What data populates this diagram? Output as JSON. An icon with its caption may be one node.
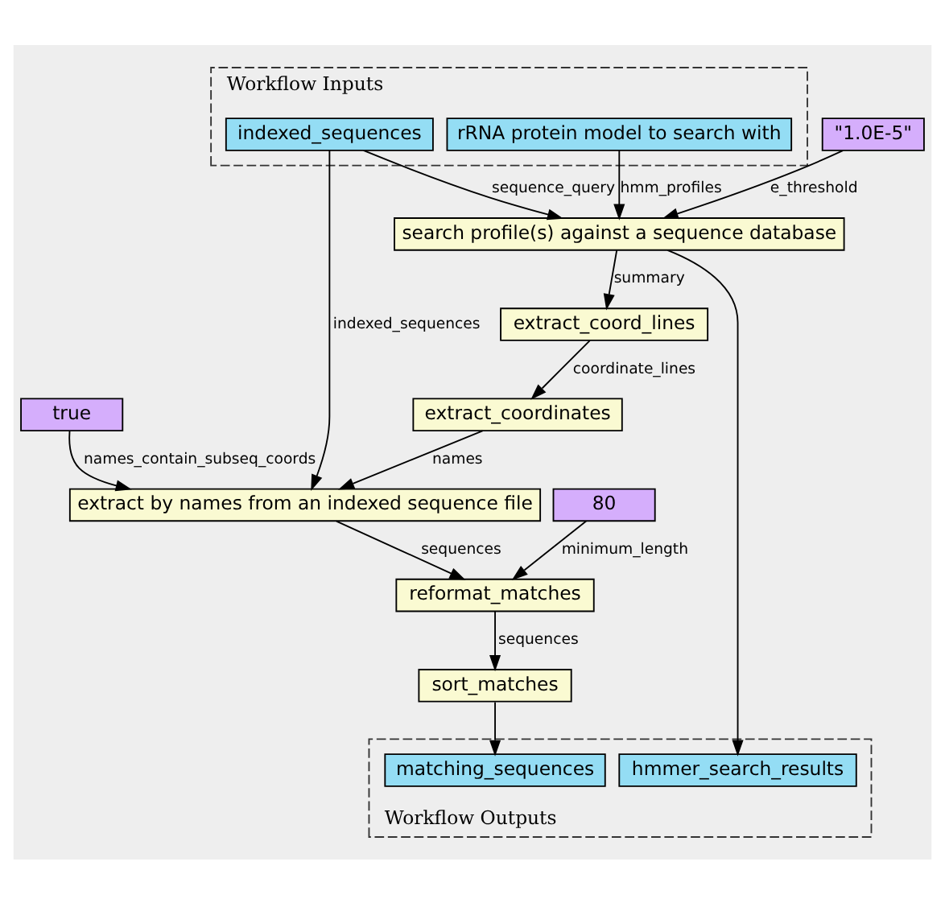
{
  "diagram": {
    "nodes": [
      {
        "text": [
          "Workflow Inputs"
        ]
      },
      {
        "text": [
          "indexed_sequences"
        ],
        "in": 0
      },
      {
        "text": [
          "rRNA protein model to search with"
        ],
        "in": 0
      },
      {
        "text": [
          "\"1.0E-5\""
        ]
      },
      {
        "text": [
          "search profile(s) against a sequence database"
        ]
      },
      {
        "text": [
          "extract_coord_lines"
        ]
      },
      {
        "text": [
          "extract_coordinates"
        ]
      },
      {
        "text": [
          "true"
        ]
      },
      {
        "text": [
          "extract by names from an indexed sequence file"
        ]
      },
      {
        "text": [
          "80"
        ]
      },
      {
        "text": [
          "reformat_matches"
        ]
      },
      {
        "text": [
          "sort_matches"
        ]
      },
      {
        "text": [
          "Workflow Outputs"
        ]
      },
      {
        "text": [
          "matching_sequences"
        ],
        "in": 12
      },
      {
        "text": [
          "hmmer_search_results"
        ],
        "in": 12
      }
    ],
    "edges": [
      {
        "from": 1,
        "to": 4,
        "arrow": "to",
        "label": "sequence_query"
      },
      {
        "from": 2,
        "to": 4,
        "arrow": "to",
        "label": "hmm_profiles"
      },
      {
        "from": 3,
        "to": 4,
        "arrow": "to",
        "label": "e_threshold"
      },
      {
        "from": 4,
        "to": 5,
        "arrow": "to",
        "label": "summary"
      },
      {
        "from": 5,
        "to": 6,
        "arrow": "to",
        "label": "coordinate_lines"
      },
      {
        "from": 1,
        "to": 8,
        "arrow": "to",
        "label": "indexed_sequences"
      },
      {
        "from": 6,
        "to": 8,
        "arrow": "to",
        "label": "names"
      },
      {
        "from": 7,
        "to": 8,
        "arrow": "to",
        "label": "names_contain_subseq_coords"
      },
      {
        "from": 8,
        "to": 10,
        "arrow": "to",
        "label": "sequences"
      },
      {
        "from": 9,
        "to": 10,
        "arrow": "to",
        "label": "minimum_length"
      },
      {
        "from": 10,
        "to": 11,
        "arrow": "to",
        "label": "sequences"
      },
      {
        "from": 11,
        "to": 13,
        "arrow": "to"
      },
      {
        "from": 4,
        "to": 14,
        "arrow": "to"
      }
    ]
  }
}
